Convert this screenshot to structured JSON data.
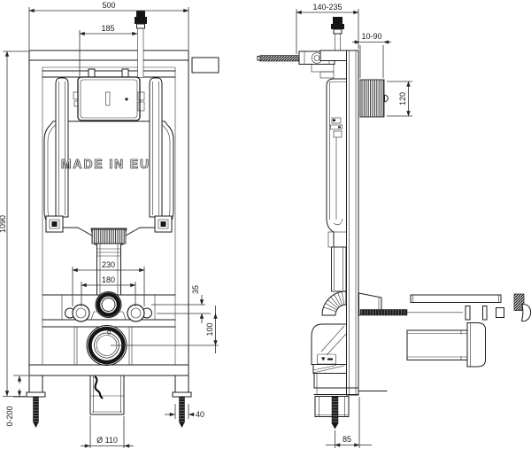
{
  "front": {
    "width_label": "500",
    "inlet_offset_label": "185",
    "height_label": "1090",
    "outer_bolt_spacing_label": "230",
    "inner_bolt_spacing_label": "180",
    "flush_to_bolt_label": "35",
    "bolt_to_drain_label": "100",
    "leg_adjust_label": "0-200",
    "anchor_offset_label": "40",
    "drain_dia_label": "Ø 110",
    "made_in_label": "MADE IN EU"
  },
  "side": {
    "depth_label": "140-235",
    "wall_gap_label": "10-90",
    "plate_height_label": "120",
    "anchor_wall_label": "85"
  }
}
